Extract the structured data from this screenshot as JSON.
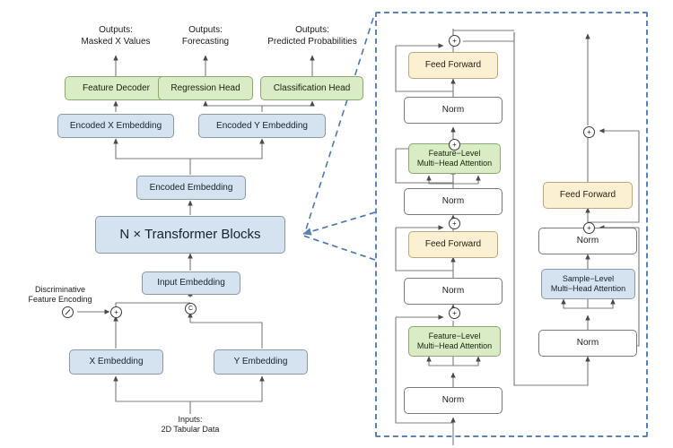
{
  "figure": {
    "title": "Tabular Transformer Architecture Diagram",
    "colors": {
      "blue_fill": "#d4e3ef",
      "blue_stroke": "#8b98a5",
      "green_fill": "#d9ecc6",
      "green_stroke": "#8aa86e",
      "cream_fill": "#fbf0d2",
      "cream_stroke": "#b9a87a",
      "white_fill": "#ffffff",
      "gray_stroke": "#7a7a7a",
      "dashed_panel": "#5a83b4"
    }
  },
  "main_flow": {
    "output_labels": [
      {
        "id": "masked",
        "line1": "Outputs:",
        "line2": "Masked X Values"
      },
      {
        "id": "forecast",
        "line1": "Outputs:",
        "line2": "Forecasting"
      },
      {
        "id": "probs",
        "line1": "Outputs:",
        "line2": "Predicted Probabilities"
      }
    ],
    "heads": [
      {
        "id": "feature-decoder",
        "label": "Feature Decoder"
      },
      {
        "id": "regression-head",
        "label": "Regression Head"
      },
      {
        "id": "classification-head",
        "label": "Classification Head"
      }
    ],
    "encoded_x": "Encoded X Embedding",
    "encoded_y": "Encoded Y Embedding",
    "encoded_embedding": "Encoded Embedding",
    "transformer_blocks": "N × Transformer Blocks",
    "input_embedding": "Input Embedding",
    "x_embedding": "X Embedding",
    "y_embedding": "Y Embedding",
    "discriminative_label": "Discriminative\nFeature Encoding",
    "inputs_label": "Inputs:\n2D Tabular Data",
    "concat_symbol": "C",
    "add_symbol": "+",
    "switch_symbol": "⊘"
  },
  "detail_panel": {
    "feature_column": [
      {
        "id": "ff-top",
        "label": "Feed Forward",
        "style": "cream"
      },
      {
        "id": "norm-1",
        "label": "Norm",
        "style": "white"
      },
      {
        "id": "attn-top",
        "label": "Feature−Level\nMulti−Head Attention",
        "style": "green"
      },
      {
        "id": "norm-2",
        "label": "Norm",
        "style": "white"
      },
      {
        "id": "ff-bottom",
        "label": "Feed Forward",
        "style": "cream"
      },
      {
        "id": "norm-3",
        "label": "Norm",
        "style": "white"
      },
      {
        "id": "attn-bottom",
        "label": "Feature−Level\nMulti−Head Attention",
        "style": "green"
      },
      {
        "id": "norm-4",
        "label": "Norm",
        "style": "white"
      }
    ],
    "sample_column": [
      {
        "id": "ff-sample",
        "label": "Feed Forward",
        "style": "cream"
      },
      {
        "id": "norm-sample-1",
        "label": "Norm",
        "style": "white"
      },
      {
        "id": "attn-sample",
        "label": "Sample−Level\nMulti−Head Attention",
        "style": "blue"
      },
      {
        "id": "norm-sample-2",
        "label": "Norm",
        "style": "white"
      }
    ],
    "residual_symbol": "+"
  }
}
